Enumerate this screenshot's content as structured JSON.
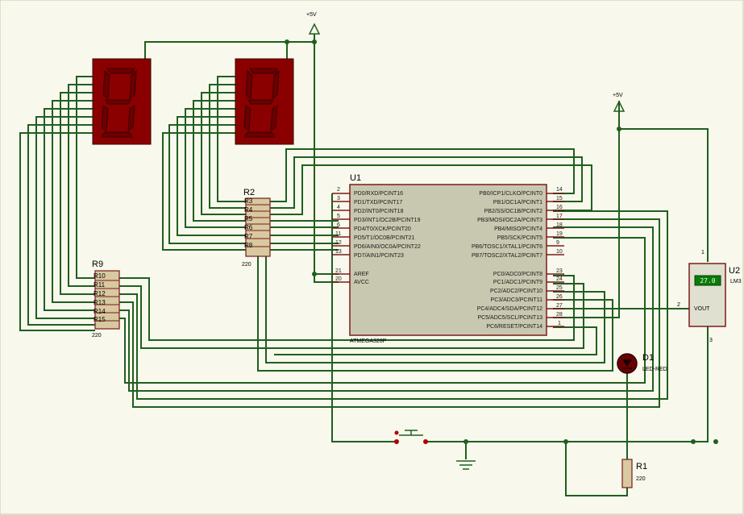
{
  "power": {
    "vcc_top": "+5V",
    "vcc_right": "+5V"
  },
  "display_left": {
    "digit": "8"
  },
  "display_right": {
    "digit": "8"
  },
  "r2": {
    "ref": "R2",
    "value": "220",
    "pins": [
      "R3",
      "R4",
      "R5",
      "R6",
      "R7",
      "R8"
    ]
  },
  "r9": {
    "ref": "R9",
    "value": "220",
    "pins": [
      "R10",
      "R11",
      "R12",
      "R13",
      "R14",
      "R15"
    ]
  },
  "u1": {
    "ref": "U1",
    "part": "ATMEGA328P",
    "left_pins": [
      {
        "num": "2",
        "name": "PD0/RXD/PCINT16"
      },
      {
        "num": "3",
        "name": "PD1/TXD/PCINT17"
      },
      {
        "num": "4",
        "name": "PD2/INT0/PCINT18"
      },
      {
        "num": "5",
        "name": "PD3/INT1/OC2B/PCINT19"
      },
      {
        "num": "6",
        "name": "PD4/T0/XCK/PCINT20"
      },
      {
        "num": "11",
        "name": "PD5/T1/OC0B/PCINT21"
      },
      {
        "num": "12",
        "name": "PD6/AIN0/OC0A/PCINT22"
      },
      {
        "num": "13",
        "name": "PD7/AIN1/PCINT23"
      }
    ],
    "power_pins": [
      {
        "num": "21",
        "name": "AREF"
      },
      {
        "num": "20",
        "name": "AVCC"
      }
    ],
    "right_pins_b": [
      {
        "num": "14",
        "name": "PB0/ICP1/CLKO/PCINT0"
      },
      {
        "num": "15",
        "name": "PB1/OC1A/PCINT1"
      },
      {
        "num": "16",
        "name": "PB2/SS/OC1B/PCINT2"
      },
      {
        "num": "17",
        "name": "PB3/MOSI/OC2A/PCINT3"
      },
      {
        "num": "18",
        "name": "PB4/MISO/PCINT4"
      },
      {
        "num": "19",
        "name": "PB5/SCK/PCINT5"
      },
      {
        "num": "9",
        "name": "PB6/TOSC1/XTAL1/PCINT6"
      },
      {
        "num": "10",
        "name": "PB7/TOSC2/XTAL2/PCINT7"
      }
    ],
    "right_pins_c": [
      {
        "num": "23",
        "name": "PC0/ADC0/PCINT8"
      },
      {
        "num": "24",
        "name": "PC1/ADC1/PCINT9"
      },
      {
        "num": "25",
        "name": "PC2/ADC2/PCINT10"
      },
      {
        "num": "26",
        "name": "PC3/ADC3/PCINT11"
      },
      {
        "num": "27",
        "name": "PC4/ADC4/SDA/PCINT12"
      },
      {
        "num": "28",
        "name": "PC5/ADC5/SCL/PCINT13"
      },
      {
        "num": "1",
        "name": "PC6/RESET/PCINT14"
      }
    ]
  },
  "u2": {
    "ref": "U2",
    "part": "LM3",
    "readout": "27.0",
    "pin_out": "VOUT",
    "pin1": "1",
    "pin2": "2",
    "pin3": "3"
  },
  "d1": {
    "ref": "D1",
    "part": "LED-RED"
  },
  "r1": {
    "ref": "R1",
    "value": "220"
  },
  "colors": {
    "wire": "#1f5f1f",
    "display": "#6b0000",
    "chip_body": "#c8c8b0",
    "resistor": "#d8c9a0"
  }
}
